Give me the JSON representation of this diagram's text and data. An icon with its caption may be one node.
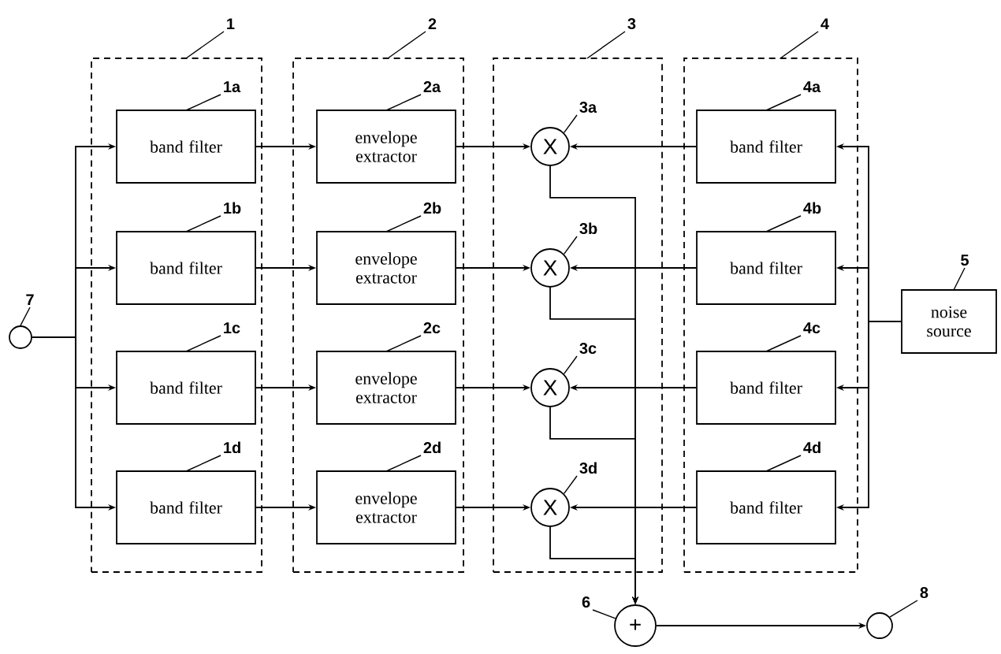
{
  "diagram": {
    "nodes": [
      {
        "text": [],
        "shape": "box"
      },
      {
        "text": [
          "band filter"
        ],
        "in": 0
      },
      {
        "text": [
          "band filter"
        ],
        "in": 0
      },
      {
        "text": [
          "band filter"
        ],
        "in": 0
      },
      {
        "text": [
          "band filter"
        ],
        "in": 0
      },
      {
        "text": [],
        "shape": "box"
      },
      {
        "text": [
          "envelope extractor"
        ],
        "in": 5
      },
      {
        "text": [
          "envelope extractor"
        ],
        "in": 5
      },
      {
        "text": [
          "envelope extractor"
        ],
        "in": 5
      },
      {
        "text": [
          "envelope extractor"
        ],
        "in": 5
      },
      {
        "text": [],
        "shape": "box"
      },
      {
        "text": [
          "X"
        ],
        "in": 10
      },
      {
        "text": [
          "X"
        ],
        "in": 10
      },
      {
        "text": [
          "X"
        ],
        "in": 10
      },
      {
        "text": [
          "X"
        ],
        "in": 10
      },
      {
        "text": [],
        "shape": "box"
      },
      {
        "text": [
          "band filter"
        ],
        "in": 15
      },
      {
        "text": [
          "band filter"
        ],
        "in": 15
      },
      {
        "text": [
          "band filter"
        ],
        "in": 15
      },
      {
        "text": [
          "band filter"
        ],
        "in": 15
      },
      {
        "text": [
          "noise source"
        ]
      },
      {
        "text": [
          "+"
        ]
      },
      {
        "text": [],
        "shape": "circle"
      },
      {
        "text": [],
        "shape": "circle"
      },
      {
        "text": [
          "1"
        ]
      },
      {
        "text": [
          "1a"
        ],
        "in": 0
      },
      {
        "text": [
          "1b"
        ],
        "in": 0
      },
      {
        "text": [
          "1c"
        ],
        "in": 0
      },
      {
        "text": [
          "1d"
        ],
        "in": 0
      },
      {
        "text": [
          "2"
        ]
      },
      {
        "text": [
          "2a"
        ],
        "in": 5
      },
      {
        "text": [
          "2b"
        ],
        "in": 5
      },
      {
        "text": [
          "2c"
        ],
        "in": 5
      },
      {
        "text": [
          "2d"
        ],
        "in": 5
      },
      {
        "text": [
          "3"
        ]
      },
      {
        "text": [
          "3a"
        ],
        "in": 10
      },
      {
        "text": [
          "3b"
        ],
        "in": 10
      },
      {
        "text": [
          "3c"
        ],
        "in": 10
      },
      {
        "text": [
          "3d"
        ],
        "in": 10
      },
      {
        "text": [
          "4"
        ]
      },
      {
        "text": [
          "4a"
        ],
        "in": 15
      },
      {
        "text": [
          "4b"
        ],
        "in": 15
      },
      {
        "text": [
          "4c"
        ],
        "in": 15
      },
      {
        "text": [
          "4d"
        ],
        "in": 15
      },
      {
        "text": [
          "5"
        ]
      },
      {
        "text": [
          "6"
        ]
      },
      {
        "text": [
          "7"
        ]
      },
      {
        "text": [
          "8"
        ]
      }
    ],
    "edges": [
      {
        "from": 22,
        "to": 1,
        "arrow": "to"
      },
      {
        "from": 22,
        "to": 2,
        "arrow": "to"
      },
      {
        "from": 22,
        "to": 3,
        "arrow": "to"
      },
      {
        "from": 22,
        "to": 4,
        "arrow": "to"
      },
      {
        "from": 1,
        "to": 6,
        "arrow": "to"
      },
      {
        "from": 2,
        "to": 7,
        "arrow": "to"
      },
      {
        "from": 3,
        "to": 8,
        "arrow": "to"
      },
      {
        "from": 4,
        "to": 9,
        "arrow": "to"
      },
      {
        "from": 6,
        "to": 11,
        "arrow": "to"
      },
      {
        "from": 7,
        "to": 12,
        "arrow": "to"
      },
      {
        "from": 8,
        "to": 13,
        "arrow": "to"
      },
      {
        "from": 9,
        "to": 14,
        "arrow": "to"
      },
      {
        "from": 16,
        "to": 11,
        "arrow": "to"
      },
      {
        "from": 17,
        "to": 12,
        "arrow": "to"
      },
      {
        "from": 18,
        "to": 13,
        "arrow": "to"
      },
      {
        "from": 19,
        "to": 14,
        "arrow": "to"
      },
      {
        "from": 20,
        "to": 16,
        "arrow": "to"
      },
      {
        "from": 20,
        "to": 17,
        "arrow": "to"
      },
      {
        "from": 20,
        "to": 18,
        "arrow": "to"
      },
      {
        "from": 20,
        "to": 19,
        "arrow": "to"
      },
      {
        "from": 11,
        "to": 21,
        "arrow": "to"
      },
      {
        "from": 12,
        "to": 21,
        "arrow": "to"
      },
      {
        "from": 13,
        "to": 21,
        "arrow": "to"
      },
      {
        "from": 14,
        "to": 21,
        "arrow": "to"
      },
      {
        "from": 21,
        "to": 23,
        "arrow": "to"
      },
      {
        "from": 24,
        "to": 0,
        "arrow": "none"
      },
      {
        "from": 25,
        "to": 1,
        "arrow": "none"
      },
      {
        "from": 26,
        "to": 2,
        "arrow": "none"
      },
      {
        "from": 27,
        "to": 3,
        "arrow": "none"
      },
      {
        "from": 28,
        "to": 4,
        "arrow": "none"
      },
      {
        "from": 29,
        "to": 5,
        "arrow": "none"
      },
      {
        "from": 30,
        "to": 6,
        "arrow": "none"
      },
      {
        "from": 31,
        "to": 7,
        "arrow": "none"
      },
      {
        "from": 32,
        "to": 8,
        "arrow": "none"
      },
      {
        "from": 33,
        "to": 9,
        "arrow": "none"
      },
      {
        "from": 34,
        "to": 10,
        "arrow": "none"
      },
      {
        "from": 35,
        "to": 11,
        "arrow": "none"
      },
      {
        "from": 36,
        "to": 12,
        "arrow": "none"
      },
      {
        "from": 37,
        "to": 13,
        "arrow": "none"
      },
      {
        "from": 38,
        "to": 14,
        "arrow": "none"
      },
      {
        "from": 39,
        "to": 15,
        "arrow": "none"
      },
      {
        "from": 40,
        "to": 16,
        "arrow": "none"
      },
      {
        "from": 41,
        "to": 17,
        "arrow": "none"
      },
      {
        "from": 42,
        "to": 18,
        "arrow": "none"
      },
      {
        "from": 43,
        "to": 19,
        "arrow": "none"
      },
      {
        "from": 44,
        "to": 20,
        "arrow": "none"
      },
      {
        "from": 45,
        "to": 21,
        "arrow": "none"
      },
      {
        "from": 46,
        "to": 22,
        "arrow": "none"
      },
      {
        "from": 47,
        "to": 23,
        "arrow": "none"
      }
    ]
  }
}
